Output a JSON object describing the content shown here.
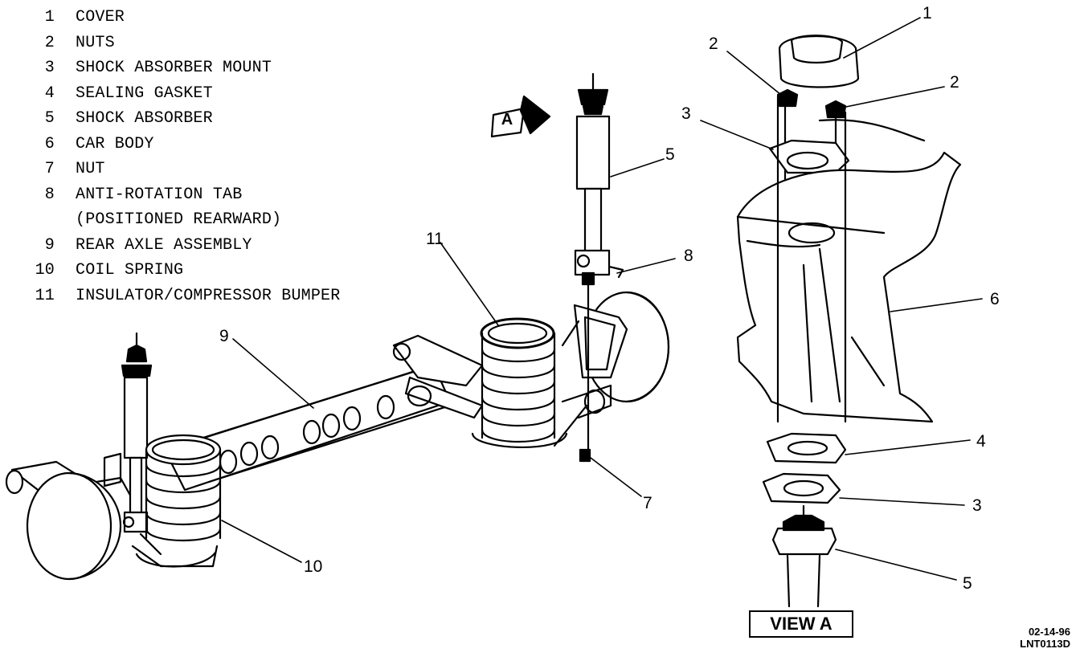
{
  "legend": [
    {
      "num": "1",
      "text": "COVER"
    },
    {
      "num": "2",
      "text": "NUTS"
    },
    {
      "num": "3",
      "text": "SHOCK ABSORBER MOUNT"
    },
    {
      "num": "4",
      "text": "SEALING GASKET"
    },
    {
      "num": "5",
      "text": "SHOCK ABSORBER"
    },
    {
      "num": "6",
      "text": "CAR BODY"
    },
    {
      "num": "7",
      "text": "NUT"
    },
    {
      "num": "8",
      "text": "ANTI-ROTATION TAB"
    },
    {
      "num": "",
      "text": "(POSITIONED REARWARD)"
    },
    {
      "num": "9",
      "text": "REAR AXLE ASSEMBLY"
    },
    {
      "num": "10",
      "text": "COIL SPRING"
    },
    {
      "num": "11",
      "text": "INSULATOR/COMPRESSOR BUMPER"
    }
  ],
  "callouts": {
    "c1": "1",
    "c2a": "2",
    "c2b": "2",
    "c3a": "3",
    "c3b": "3",
    "c4": "4",
    "c5a": "5",
    "c5b": "5",
    "c6": "6",
    "c7": "7",
    "c8": "8",
    "c9": "9",
    "c10": "10",
    "c11": "11"
  },
  "view_marker": "A",
  "view_label": "VIEW A",
  "date_code": "02-14-96",
  "drawing_code": "LNT0113D"
}
